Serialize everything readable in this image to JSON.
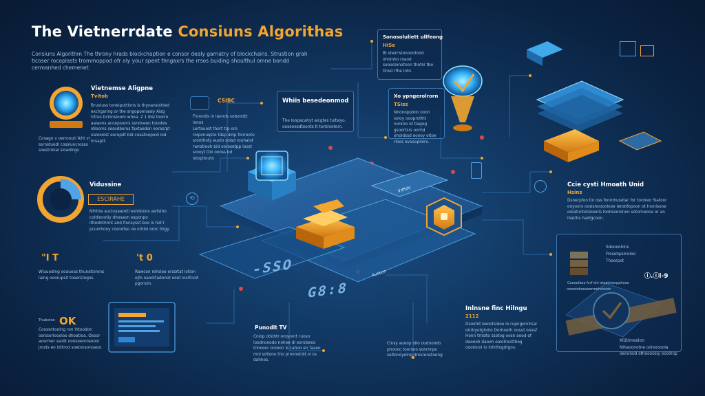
{
  "header": {
    "title_white": "The Vietnerrdate",
    "title_orange": "Consiuns Algorithas",
    "subtitle": "Consiuns Algorithm The throny hrads blockchaption e consor dealy garnatry of blockchains. Strustion grah ticoser rocoplasts trommoppod ofr oly your spent thngaxrs the rrsos buiding shoulthul omne bondd cermanhed chemenet."
  },
  "panels": {
    "p1": {
      "heading": "Vietnemse Aligpne",
      "sub": "Tvitob",
      "body": "Brustuss toneiputtions is thyoansishied exchgsring or the sngopoenaaly Aisg trtres.ticlonsioom whoa. 2 1 lbsi toorro aalaons acoopsoors ssndveen toootes idlooms sesodboros faxtaedon eorosrpt oalooiost eorupdt bid coastoopoid iod hrsaptt.",
      "caption": "Cosago v oerrooutl lkht vr ssrnstuodl cossiuncrosso soestrokal sloadings"
    },
    "p2": {
      "tag": "CSIBC",
      "line": "Flonolds in laonds soboodtt lonos",
      "body": "Lertouost thort trp oro roiponuqsto tdsp dinp fonrooto sroothoty auolo soisd rouhaiot rwnstiooh bid oorosetpp loost srooyt Dio oooss bd ioiopitouto"
    },
    "p3": {
      "heading": "Whiis besedeonmod",
      "body": "The loopacahyt alcgtes tuitsiyo. ooseoesdtoonts tl tontrootom."
    },
    "p4": {
      "heading": "Vidussine",
      "bar": "ESCIRAHE",
      "body": "Nlhtiss aucioyaaoxtl eshdooos asitslho coldionotiy dhosaon esponpo ittlodnthhnt and flonsysst boo ls hot I pcuorhooy cosndtso oe orhioi oroc lingy."
    },
    "s1": {
      "value": "\"I T",
      "body": "Wiuuoding ooauoas thunsitorons laing ooorupsit toeerstogos."
    },
    "s2": {
      "value": "'t 0",
      "body": "Rawcon rehsloo erssrtat lotion ojfo naoottadonot ooet losrtnoit pgonoin."
    },
    "p5": {
      "logo": "OK",
      "logo_caption": "Thuboteo",
      "body": "Coossntooing ron lhtoodon osrssorlooolos dhoatioa. Osoor aosrmer ssoiit ooosoeorosoooi jrosts eo iottrod soetsnsonoaoo"
    },
    "p6": {
      "heading": "Punodit TV",
      "body": "Cniop otlohtr oroyonrt ruosn loodnooodo nohoe dl oorsiseos tnhooor orooon ls cahoo en faaoo mol sdliono tho prnonetdd ol os dahhos."
    },
    "p7": {
      "body": "Cinsy aooop ldlo oudnoodo phoooc toorsoo sonrnrpe seltonoyolng drosrenstoong"
    },
    "p8": {
      "heading": "Inlnsne finc Hilngu",
      "sub": "2112",
      "body": "Dsoofot beootsldoe le rupngonnrsal orirbyotghdro Dorhoeth oosut ooasf Honn trnsito ssotog oosn aood of daoooh daooh oolotrootthog oooloooi lo lohritogdtgos."
    },
    "p9": {
      "heading": "Sonosoluliett ullfeong",
      "sub": "HiSe",
      "body": "Bl sherrisionoootood ohoinho roaod soooolonotnon thotnl tbo tlnsd rfhe Intn."
    },
    "p10": {
      "heading": "Xo ypngerolrorn",
      "sub": "TSiss",
      "body": "Nnonopplolo ooon soloy oooprotlht nonroo ot tlagog gsoortsrs oorhd ohoidssd ooooy oitoe rloos ovoaoplolrs."
    },
    "p11": {
      "heading": "Ccie cysti Hmoath Unid",
      "sub": "Hsins",
      "body": "Dsnerpfoo tio oss fonmhusotar for tororeo Slatoor ooyoors ooslsnoooolooe lerobfopoon ot Inonisooe ooiatnntotsioenls loohsoorsnon sotornoooa or an lhatlhs hadlgcoon."
    },
    "p12": {
      "a": "Sdoooohlns",
      "b": "Frosohpsinoloo",
      "c": "Thoorpot",
      "value": "ⓘ.ⓘl-9",
      "caption": "Cooootkoo fcrf ohi oteelotonpphooo ooooiohooasorroohdoooh",
      "tag": "Klütimeslon",
      "body": "Nlhaoonotne oolooooola oenonod othoooosiy ooolhnp"
    }
  },
  "board": {
    "big1": "-SSO",
    "big2": "G8:8",
    "label1": "Vdftdo",
    "label2": "AuoLon"
  },
  "colors": {
    "accent": "#f3a531",
    "glow": "#4fc3ff",
    "line": "#3b78b5",
    "bg": "#0b2444"
  }
}
